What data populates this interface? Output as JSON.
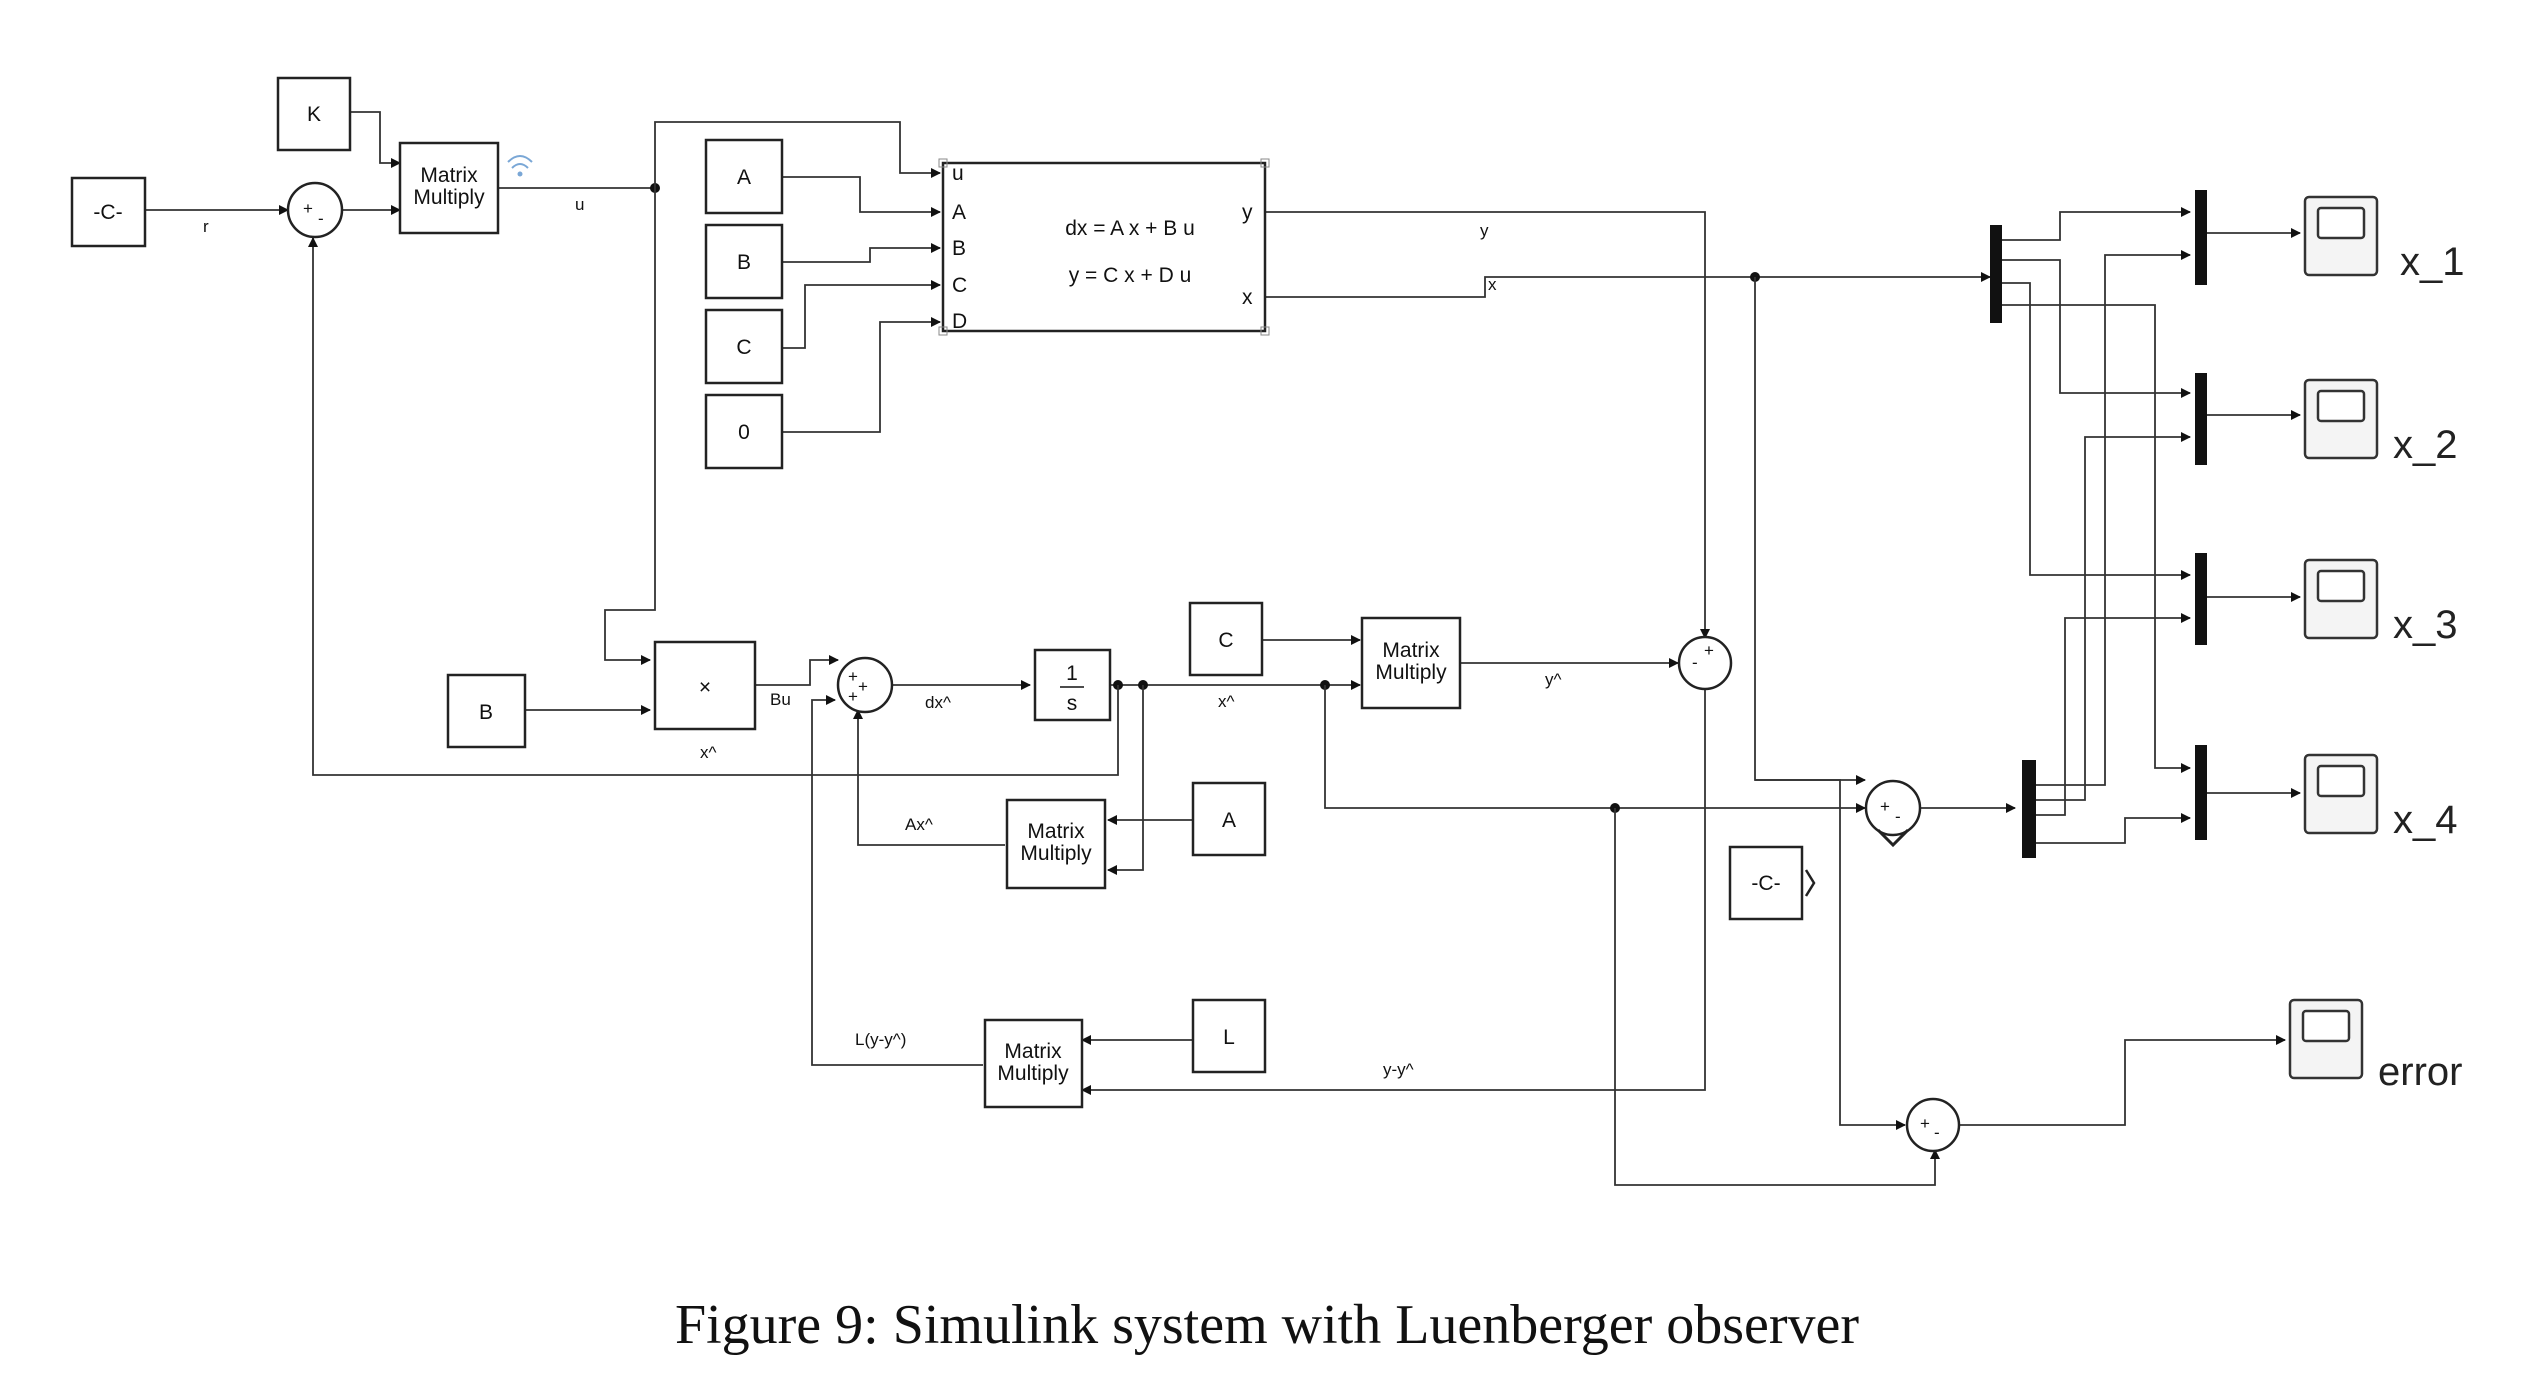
{
  "caption": "Figure 9: Simulink system with Luenberger observer",
  "blocks": {
    "const_c": "-C-",
    "gain_k": "K",
    "mm_top_1": "Matrix",
    "mm_top_2": "Multiply",
    "const_a_top": "A",
    "const_b_top": "B",
    "const_c_top": "C",
    "const_0": "0",
    "ss_eq1": "dx = A x + B u",
    "ss_eq2": "y = C x + D u",
    "ss_port_u": "u",
    "ss_port_a": "A",
    "ss_port_b": "B",
    "ss_port_c": "C",
    "ss_port_d": "D",
    "ss_out_y": "y",
    "ss_out_x": "x",
    "const_b_bottom": "B",
    "product_symbol": "×",
    "integrator_num": "1",
    "integrator_den": "s",
    "const_c_obs": "C",
    "mm_c_1": "Matrix",
    "mm_c_2": "Multiply",
    "const_a_obs": "A",
    "mm_a_1": "Matrix",
    "mm_a_2": "Multiply",
    "const_l": "L",
    "mm_l_1": "Matrix",
    "mm_l_2": "Multiply",
    "const_c_float": "-C-"
  },
  "signals": {
    "r": "r",
    "u": "u",
    "y": "y",
    "x": "x",
    "bu": "Bu",
    "dxhat": "dx^",
    "xhat1": "x^",
    "xhat2": "x^",
    "yhat": "y^",
    "axhat": "Ax^",
    "lyy": "L(y-y^)",
    "yy": "y-y^"
  },
  "scopes": [
    "x_1",
    "x_2",
    "x_3",
    "x_4",
    "error"
  ]
}
